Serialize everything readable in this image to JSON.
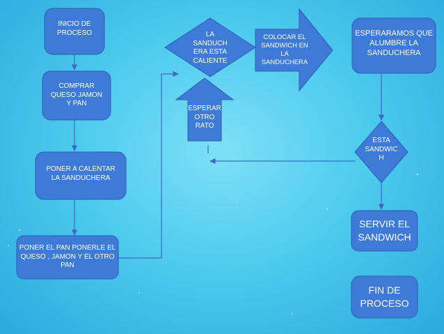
{
  "diagram": {
    "colors": {
      "background": "#4fcbee",
      "node_fill": "#3e7bd8",
      "node_stroke": "#2b5fb0",
      "connector": "#3f67c8",
      "text": "#ffffff"
    },
    "nodes": [
      {
        "id": "inicio",
        "shape": "rounded-rect",
        "text": "INICIO DE\nPROCESO"
      },
      {
        "id": "comprar",
        "shape": "rounded-rect",
        "text": "COMPRAR\nQUESO  JAMON\nY PAN"
      },
      {
        "id": "poner-calentar",
        "shape": "rounded-rect",
        "text": "PONER A CALENTAR\nLA SANDUCHERA"
      },
      {
        "id": "poner-pan",
        "shape": "rounded-rect",
        "text": "PONER EL PAN  PONERLE EL\nQUESO , JAMON  Y EL OTRO\nPAN"
      },
      {
        "id": "decision-caliente",
        "shape": "diamond",
        "text": "LA\nSANDUCH\nERA ESTA\nCALIENTE"
      },
      {
        "id": "esperar-otro",
        "shape": "up-arrow",
        "text": "ESPERAR\nOTRO\nRATO"
      },
      {
        "id": "colocar",
        "shape": "right-arrow",
        "text": "COLOCAR EL\nSANDWICH  EN\nLA\nSANDUCHERA"
      },
      {
        "id": "esperaramos",
        "shape": "rounded-rect",
        "text": "ESPERARAMOS QUE\nALUMBRE LA\nSANDUCHERA"
      },
      {
        "id": "decision-sandwich",
        "shape": "diamond",
        "text": "ESTA\nSANDWIC\nH"
      },
      {
        "id": "servir",
        "shape": "rounded-rect",
        "text": "SERVIR EL\nSANDWICH"
      },
      {
        "id": "fin",
        "shape": "rounded-rect",
        "text": "FIN DE\nPROCESO"
      }
    ],
    "edges": [
      {
        "from": "inicio",
        "to": "comprar"
      },
      {
        "from": "comprar",
        "to": "poner-calentar"
      },
      {
        "from": "poner-calentar",
        "to": "poner-pan"
      },
      {
        "from": "poner-pan",
        "to": "decision-caliente"
      },
      {
        "from": "esperaramos",
        "to": "decision-sandwich"
      },
      {
        "from": "decision-sandwich",
        "to": "servir"
      },
      {
        "from": "decision-sandwich",
        "to": "esperar-otro"
      }
    ]
  }
}
